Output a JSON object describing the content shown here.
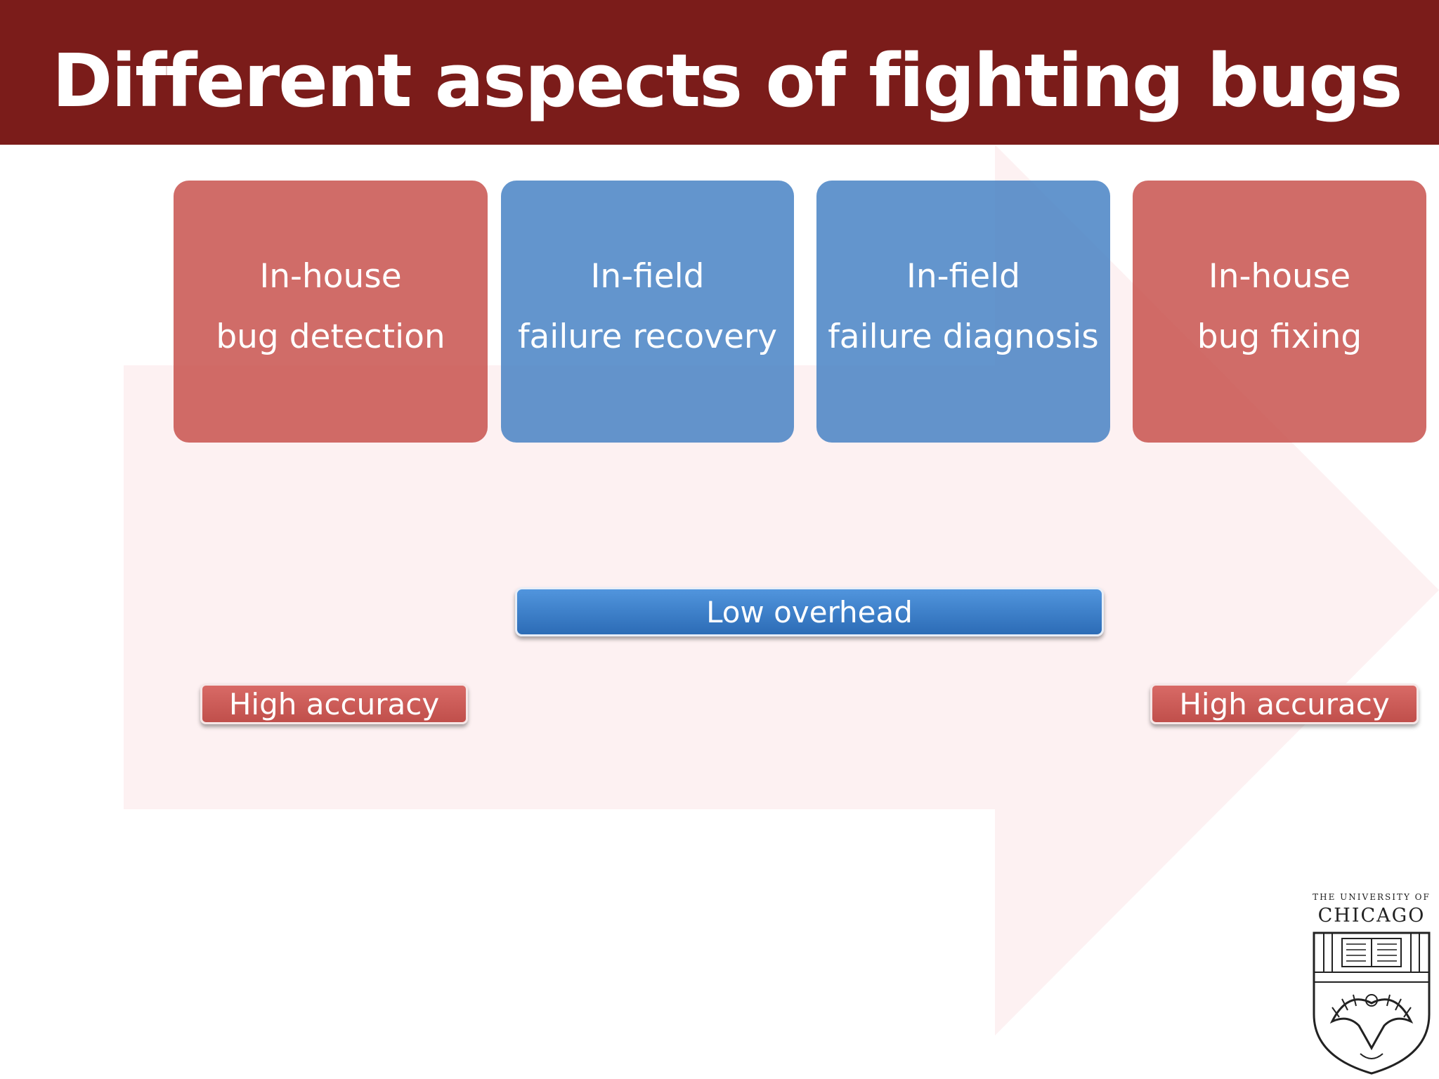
{
  "slide": {
    "title": "Different aspects of fighting bugs"
  },
  "stages": [
    {
      "line1": "In-house",
      "line2": "bug detection",
      "color": "#c8524e"
    },
    {
      "line1": "In-field",
      "line2": "failure recovery",
      "color": "#4883c4"
    },
    {
      "line1": "In-field",
      "line2": "failure diagnosis",
      "color": "#4883c4"
    },
    {
      "line1": "In-house",
      "line2": "bug fixing",
      "color": "#c8524e"
    }
  ],
  "labels": {
    "low_overhead": "Low overhead",
    "high_accuracy_left": "High accuracy",
    "high_accuracy_right": "High accuracy"
  },
  "logo": {
    "small_text": "THE UNIVERSITY OF",
    "name": "CHICAGO"
  },
  "colors": {
    "title_bar": "#7b1c1a",
    "arrow": "#fdf0f1"
  }
}
